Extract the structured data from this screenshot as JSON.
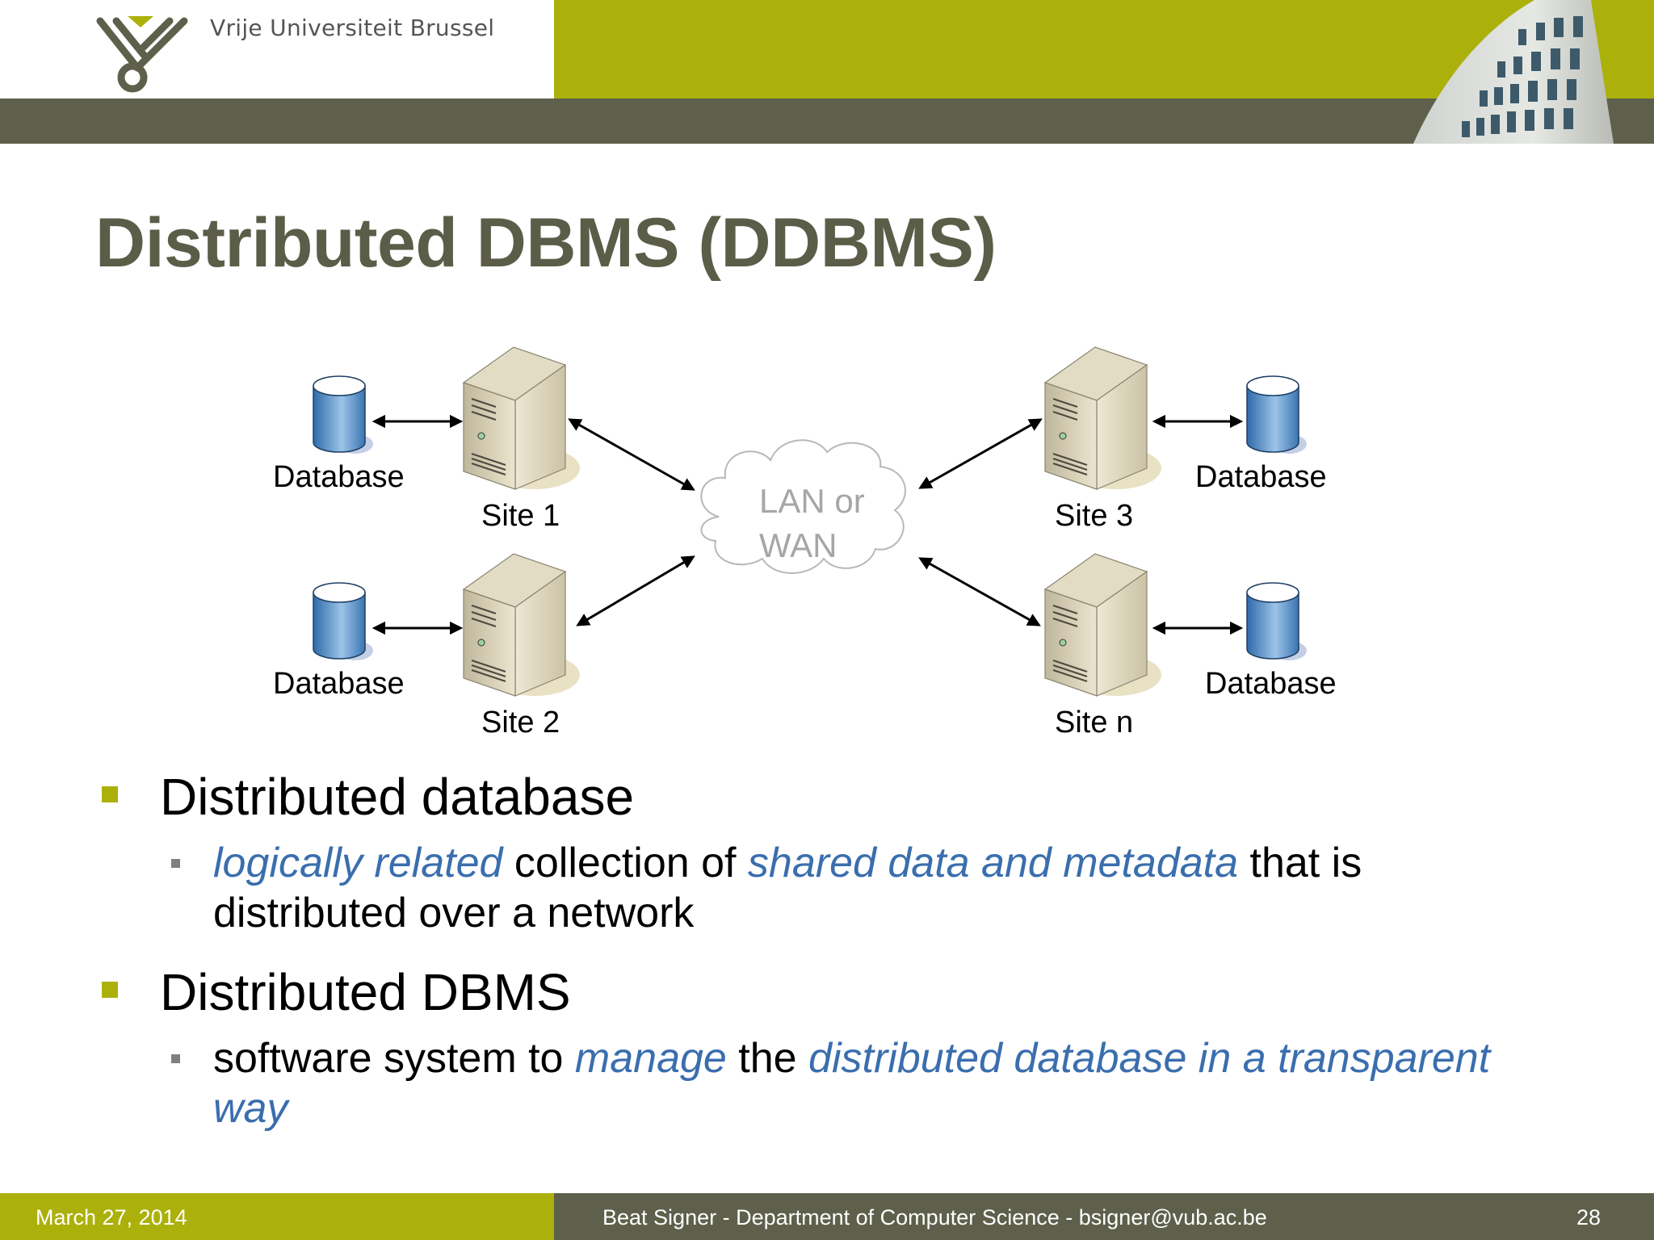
{
  "header": {
    "university": "Vrije Universiteit Brussel",
    "colors": {
      "accent": "#abb10a",
      "band": "#5e604b",
      "title": "#5b5d48",
      "emphasis": "#3a6eae"
    }
  },
  "slide": {
    "title": "Distributed DBMS (DDBMS)"
  },
  "diagram": {
    "network_line1": "LAN or",
    "network_line2": "WAN",
    "sites": [
      {
        "label": "Site 1",
        "db_label": "Database"
      },
      {
        "label": "Site 2",
        "db_label": "Database"
      },
      {
        "label": "Site 3",
        "db_label": "Database"
      },
      {
        "label": "Site n",
        "db_label": "Database"
      }
    ]
  },
  "bullets": [
    {
      "heading": "Distributed database",
      "sub": {
        "em1": "logically related",
        "t1": " collection of ",
        "em2": "shared data and metadata",
        "t2": " that is distributed over a network"
      }
    },
    {
      "heading": "Distributed DBMS",
      "sub": {
        "t1": "software system to ",
        "em1": "manage",
        "t2": " the ",
        "em2": "distributed database in a transparent way"
      }
    }
  ],
  "footer": {
    "date": "March 27, 2014",
    "center": "Beat Signer - Department of Computer Science - bsigner@vub.ac.be",
    "page": "28"
  }
}
